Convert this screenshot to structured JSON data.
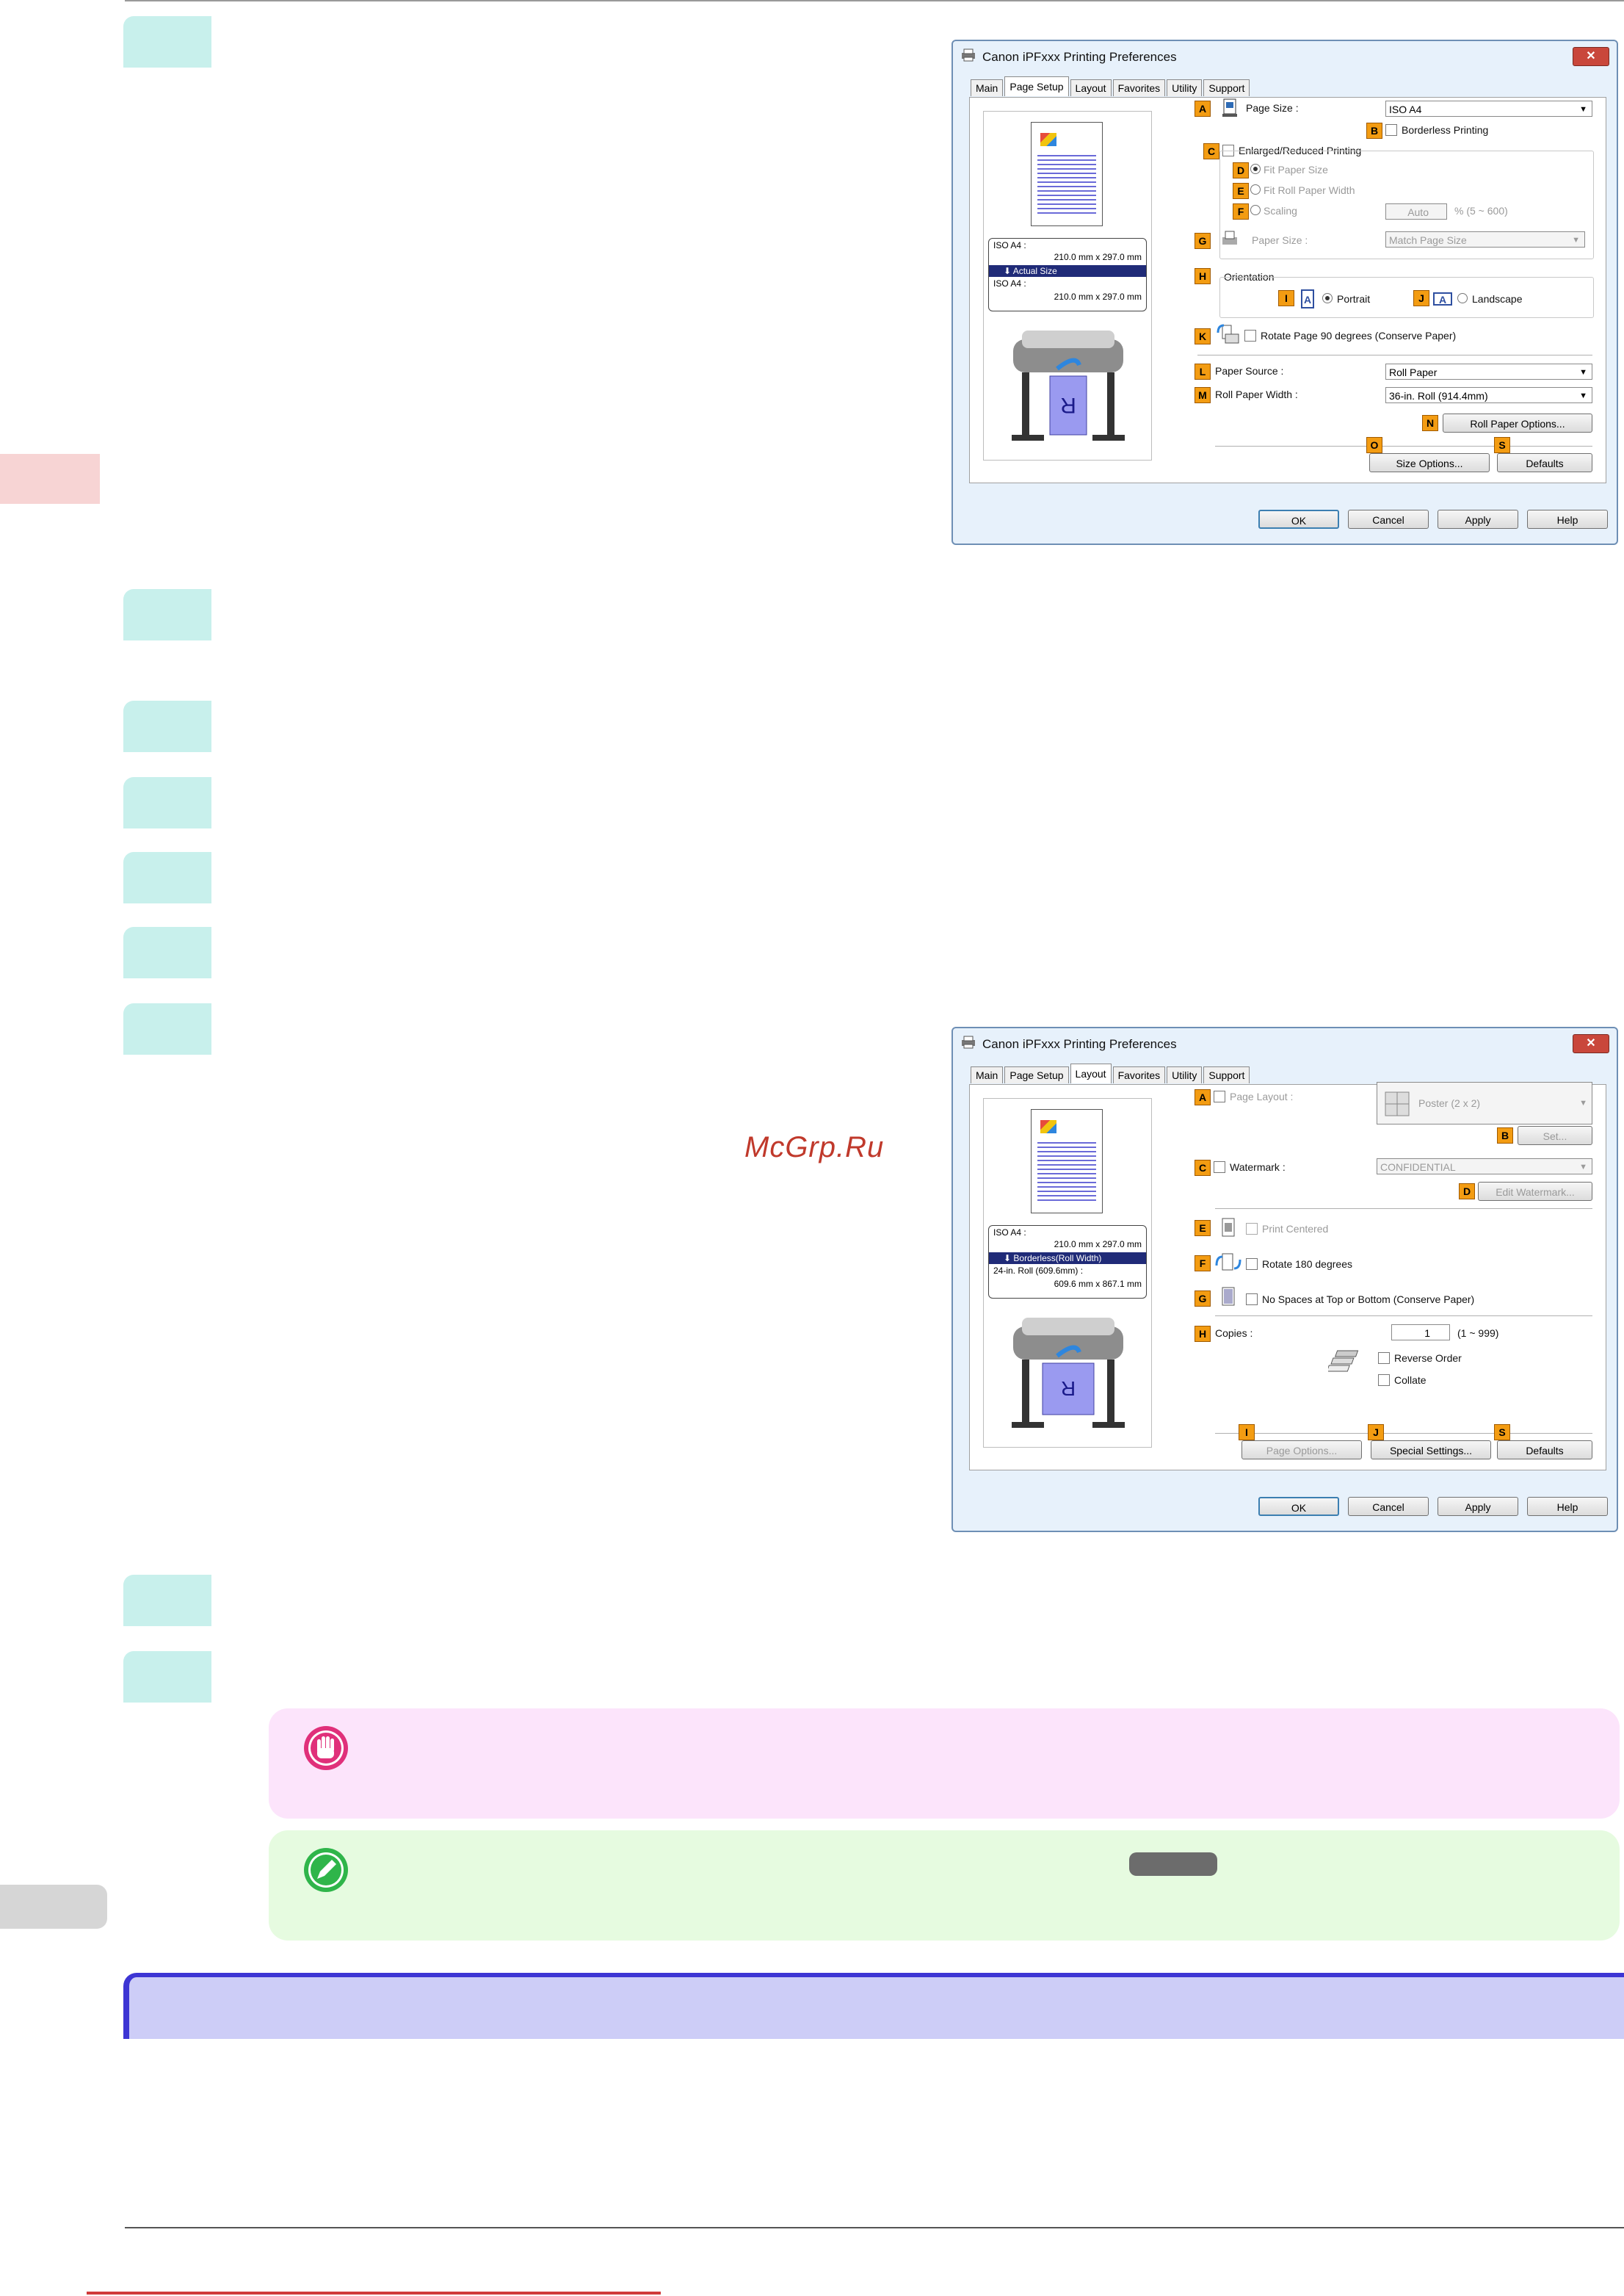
{
  "watermark": "McGrp.Ru",
  "dialog1": {
    "title": "Canon iPFxxx Printing Preferences",
    "close": "✕",
    "tabs": [
      "Main",
      "Page Setup",
      "Layout",
      "Favorites",
      "Utility",
      "Support"
    ],
    "active_tab": "Page Setup",
    "preview": {
      "line1": "ISO A4 :",
      "line2": "210.0 mm x 297.0 mm",
      "line3": "Actual Size",
      "line4": "ISO A4 :",
      "line5": "210.0 mm x 297.0 mm",
      "printer_letter": "R"
    },
    "badges": {
      "A": "A",
      "B": "B",
      "C": "C",
      "D": "D",
      "E": "E",
      "F": "F",
      "G": "G",
      "H": "H",
      "I": "I",
      "J": "J",
      "K": "K",
      "L": "L",
      "M": "M",
      "N": "N",
      "O": "O",
      "S": "S"
    },
    "page_size_label": "Page Size :",
    "page_size_value": "ISO A4",
    "borderless_label": "Borderless Printing",
    "enlarged_label": "Enlarged/Reduced Printing",
    "fit_paper_label": "Fit Paper Size",
    "fit_roll_label": "Fit Roll Paper Width",
    "scaling_label": "Scaling",
    "scaling_value": "Auto",
    "scaling_range": "% (5 ~ 600)",
    "paper_size_label": "Paper Size :",
    "paper_size_value": "Match Page Size",
    "orientation_label": "Orientation",
    "portrait_label": "Portrait",
    "landscape_label": "Landscape",
    "rotate_label": "Rotate Page 90 degrees (Conserve Paper)",
    "paper_source_label": "Paper Source :",
    "paper_source_value": "Roll Paper",
    "roll_width_label": "Roll Paper Width :",
    "roll_width_value": "36-in. Roll (914.4mm)",
    "roll_options_btn": "Roll Paper Options...",
    "size_options_btn": "Size Options...",
    "defaults_btn": "Defaults",
    "ok": "OK",
    "cancel": "Cancel",
    "apply": "Apply",
    "help": "Help"
  },
  "dialog2": {
    "title": "Canon iPFxxx Printing Preferences",
    "close": "✕",
    "tabs": [
      "Main",
      "Page Setup",
      "Layout",
      "Favorites",
      "Utility",
      "Support"
    ],
    "active_tab": "Layout",
    "preview": {
      "line1": "ISO A4 :",
      "line2": "210.0 mm x 297.0 mm",
      "line3": "Borderless(Roll Width)",
      "line4": "24-in. Roll (609.6mm) :",
      "line5": "609.6 mm x 867.1 mm",
      "printer_letter": "R"
    },
    "badges": {
      "A": "A",
      "B": "B",
      "C": "C",
      "D": "D",
      "E": "E",
      "F": "F",
      "G": "G",
      "H": "H",
      "I": "I",
      "J": "J",
      "S": "S"
    },
    "page_layout_label": "Page Layout :",
    "page_layout_value": "Poster (2 x 2)",
    "set_btn": "Set...",
    "watermark_label": "Watermark :",
    "watermark_value": "CONFIDENTIAL",
    "edit_watermark_btn": "Edit Watermark...",
    "print_centered_label": "Print Centered",
    "rotate180_label": "Rotate 180 degrees",
    "no_spaces_label": "No Spaces at Top or Bottom (Conserve Paper)",
    "copies_label": "Copies :",
    "copies_value": "1",
    "copies_range": "(1 ~ 999)",
    "reverse_label": "Reverse Order",
    "collate_label": "Collate",
    "page_options_btn": "Page Options...",
    "special_btn": "Special Settings...",
    "defaults_btn": "Defaults",
    "ok": "OK",
    "cancel": "Cancel",
    "apply": "Apply",
    "help": "Help"
  },
  "colors": {
    "step_tab": "#c8f0ec",
    "important_bg": "#fce4fb",
    "tip_bg": "#e6fbe0",
    "section_bar": "#cdcdf7",
    "section_accent": "#3d35d4",
    "badge": "#f39c12"
  }
}
